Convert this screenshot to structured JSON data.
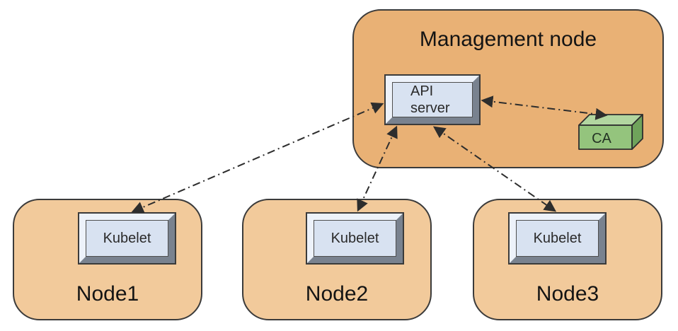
{
  "diagram": {
    "management_node": {
      "label": "Management node",
      "api_server_label": "API server",
      "ca_label": "CA"
    },
    "nodes": [
      {
        "label": "Node1",
        "component": "Kubelet"
      },
      {
        "label": "Node2",
        "component": "Kubelet"
      },
      {
        "label": "Node3",
        "component": "Kubelet"
      }
    ],
    "connections": [
      {
        "from": "Kubelet (Node1)",
        "to": "API server",
        "line_style": "dash-dot",
        "arrows": "both"
      },
      {
        "from": "Kubelet (Node2)",
        "to": "API server",
        "line_style": "dash-dot",
        "arrows": "both"
      },
      {
        "from": "Kubelet (Node3)",
        "to": "API server",
        "line_style": "dash-dot",
        "arrows": "both"
      },
      {
        "from": "API server",
        "to": "CA",
        "line_style": "dash-dot",
        "arrows": "both"
      }
    ],
    "colors": {
      "management_node_fill": "#E9B175",
      "worker_node_fill": "#F2CA9B",
      "component_face": "#D8E2F1",
      "bevel_light": "#EDF2FA",
      "bevel_dark": "#79828F",
      "ca_front": "#94C47D",
      "ca_top": "#B2D6A0",
      "ca_side": "#6FA35B",
      "outline": "#3B3B3B",
      "connector": "#2D2D2D"
    }
  }
}
